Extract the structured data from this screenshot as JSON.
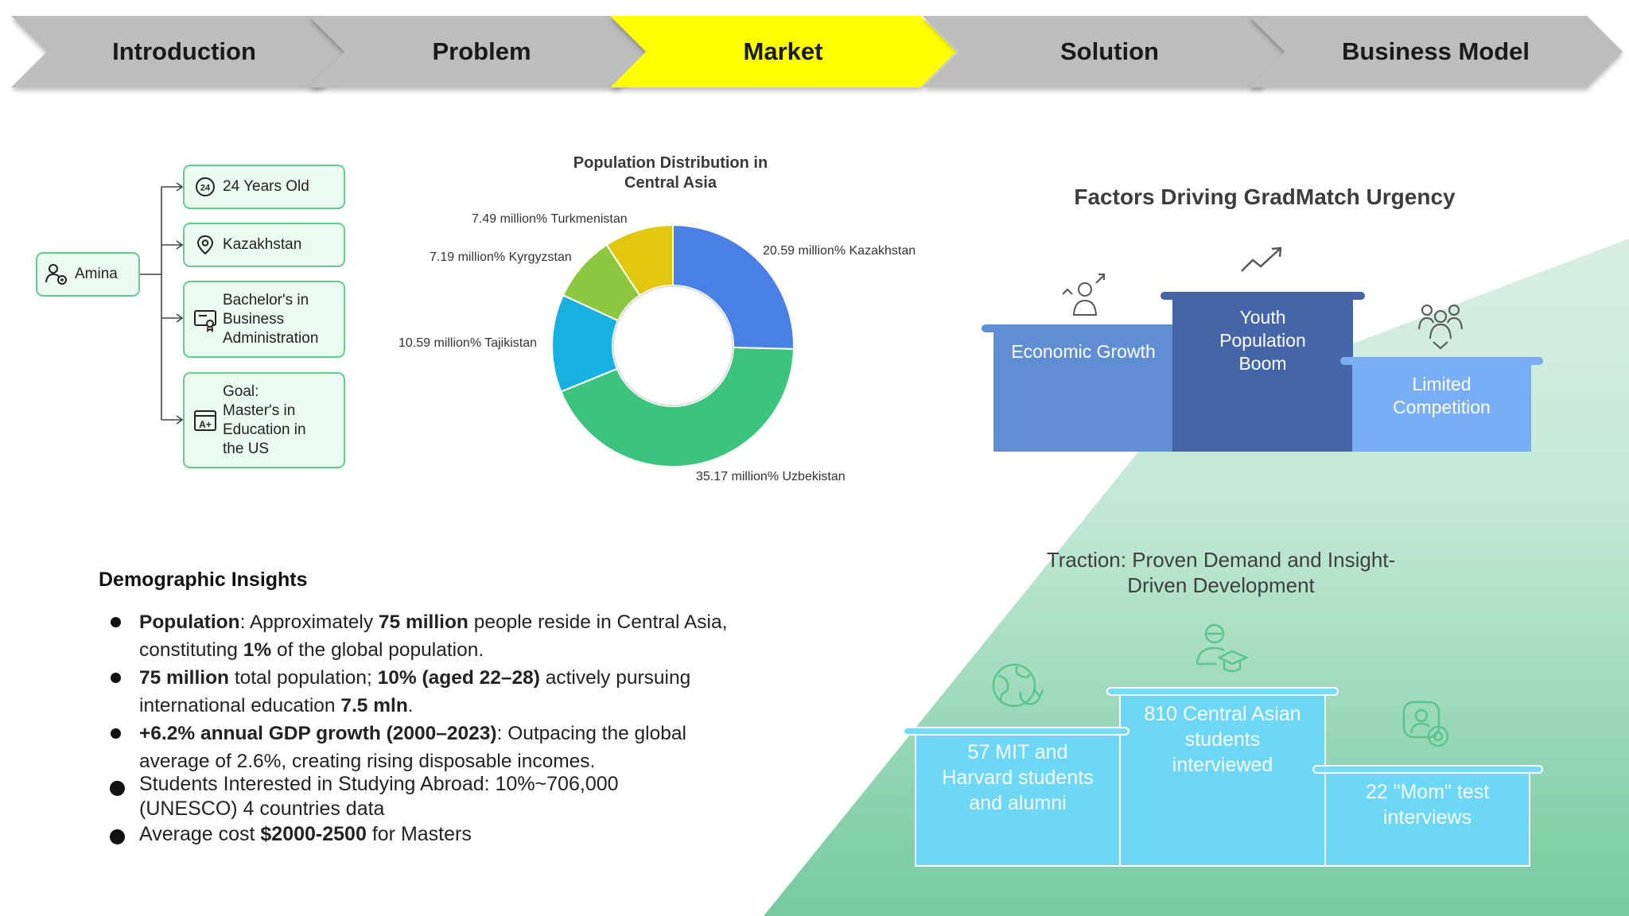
{
  "stepper": {
    "steps": [
      {
        "label": "Introduction"
      },
      {
        "label": "Problem"
      },
      {
        "label": "Market"
      },
      {
        "label": "Solution"
      },
      {
        "label": "Business Model"
      }
    ],
    "active": "Market",
    "colors": {
      "default": "#bdbdbd",
      "active": "#ffff00"
    }
  },
  "persona": {
    "name": "Amina",
    "name_icon": "user-at-icon",
    "attributes": [
      {
        "icon": "age-24-icon",
        "text": "24 Years Old"
      },
      {
        "icon": "location-pin-icon",
        "text": "Kazakhstan"
      },
      {
        "icon": "certificate-icon",
        "text": "Bachelor's in Business Administration"
      },
      {
        "icon": "grade-a-plus-icon",
        "text": "Goal: Master's in Education in the US"
      }
    ],
    "colors": {
      "border": "#5fce8c",
      "fill": "#ecfbf2"
    }
  },
  "chart_data": {
    "type": "pie",
    "title": "Population Distribution in Central Asia",
    "donut": true,
    "slices": [
      {
        "label": "Kazakhstan",
        "value": 20.59,
        "display": "20.59 million% Kazakhstan",
        "color": "#4a80e6"
      },
      {
        "label": "Uzbekistan",
        "value": 35.17,
        "display": "35.17 million% Uzbekistan",
        "color": "#3cc47c"
      },
      {
        "label": "Tajikistan",
        "value": 10.59,
        "display": "10.59 million% Tajikistan",
        "color": "#17b0e0"
      },
      {
        "label": "Kyrgyzstan",
        "value": 7.19,
        "display": "7.19 million% Kyrgyzstan",
        "color": "#8dc63f"
      },
      {
        "label": "Turkmenistan",
        "value": 7.49,
        "display": "7.49 million% Turkmenistan",
        "color": "#e1c70e"
      }
    ]
  },
  "factors": {
    "title": "Factors Driving GradMatch Urgency",
    "items": [
      {
        "label": "Economic Growth",
        "icon": "person-growth-icon",
        "color": "#5f8ed3"
      },
      {
        "label": "Youth Population Boom",
        "icon": "trend-up-icon",
        "color": "#4466a8"
      },
      {
        "label": "Limited Competition",
        "icon": "team-icon",
        "color": "#79aef4"
      }
    ]
  },
  "demographics": {
    "title": "Demographic Insights",
    "bullets": [
      {
        "parts": [
          {
            "b": "Population"
          },
          {
            "t": ": Approximately "
          },
          {
            "b": "75 million"
          },
          {
            "t": " people reside in Central Asia, constituting "
          },
          {
            "b": "1%"
          },
          {
            "t": " of the global population."
          }
        ]
      },
      {
        "parts": [
          {
            "b": "75 million"
          },
          {
            "t": " total population; "
          },
          {
            "b": "10% (aged 22–28)"
          },
          {
            "t": " actively pursuing international education "
          },
          {
            "b": "7.5 mln"
          },
          {
            "t": "."
          }
        ]
      },
      {
        "parts": [
          {
            "b": "+6.2% annual GDP growth (2000–2023)"
          },
          {
            "t": ": Outpacing the global average of 2.6%, creating rising disposable incomes."
          }
        ]
      },
      {
        "parts": [
          {
            "t": "Students Interested in Studying Abroad: 10%~706,000 (UNESCO) 4 countries data"
          }
        ]
      },
      {
        "parts": [
          {
            "t": "Average cost "
          },
          {
            "b": "$2000-2500"
          },
          {
            "t": " for Masters"
          }
        ]
      }
    ]
  },
  "traction": {
    "title": "Traction: Proven Demand and Insight-Driven Development",
    "items": [
      {
        "label": "57 MIT and Harvard students and alumni",
        "icon": "globe-refresh-icon"
      },
      {
        "label": "810 Central Asian students interviewed",
        "icon": "graduate-icon"
      },
      {
        "label": "22 \"Mom\" test interviews",
        "icon": "person-search-icon"
      }
    ],
    "colors": {
      "block": "#6ed7f5",
      "icon": "#58c68b"
    }
  }
}
